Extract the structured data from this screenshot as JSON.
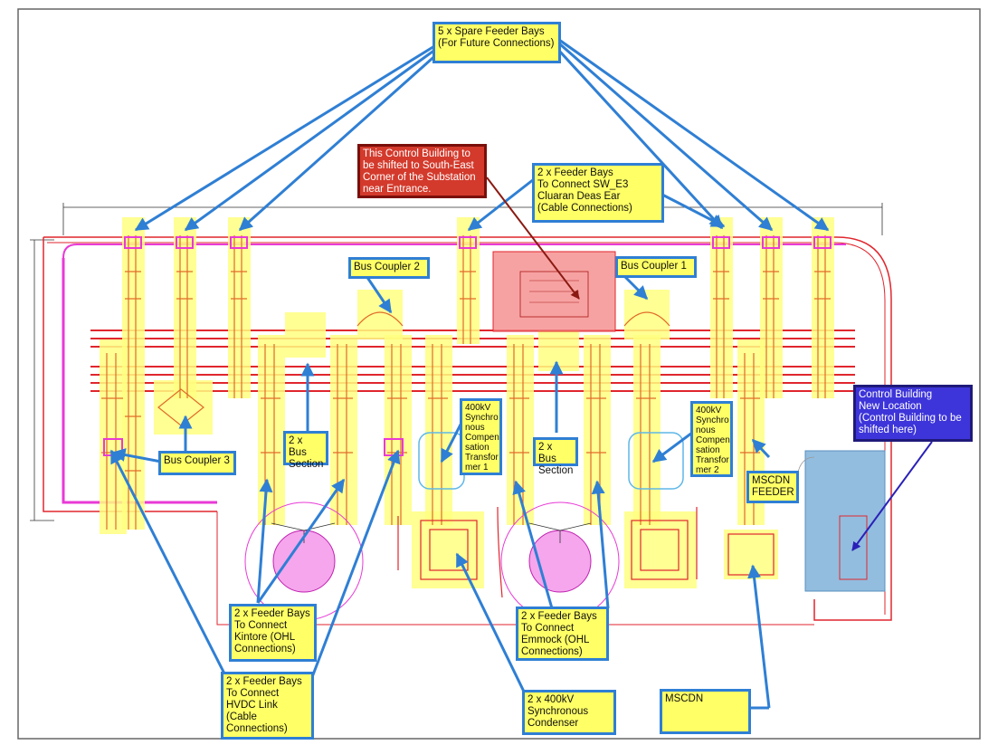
{
  "colors": {
    "arrow": "#2f7fd4",
    "callout_fill": "#ffff66",
    "red_callout": "#d33a2c",
    "blue_callout": "#3d35d9",
    "highlight": "#ffff80",
    "bus_red": "#e0262e",
    "magenta": "#e83ad6",
    "control_building_pink": "#f58b8b",
    "new_location_blue": "#7fb1d9"
  },
  "callouts": {
    "spare_bays": "5 x Spare Feeder Bays\n(For Future Connections)",
    "control_shift": "This Control Building to\nbe shifted to South-East\nCorner of the Substation\nnear Entrance.",
    "sw_e3": "2 x Feeder Bays\nTo Connect SW_E3\nCluaran Deas Ear\n(Cable Connections)",
    "bus_coupler_2": "Bus Coupler 2",
    "bus_coupler_1": "Bus Coupler 1",
    "bus_coupler_3": "Bus Coupler 3",
    "bus_section_left": "2 x Bus\nSection",
    "bus_section_right": "2 x Bus\nSection",
    "sct1": "400kV\nSynchro\nnous\nCompen\nsation\nTransfor\nmer 1",
    "sct2": "400kV\nSynchro\nnous\nCompen\nsation\nTransfor\nmer 2",
    "mscdn_feeder": "MSCDN\nFEEDER",
    "new_location": "Control Building\nNew Location\n(Control Building to be\nshifted here)",
    "kintore": "2 x Feeder Bays\nTo Connect\nKintore (OHL\nConnections)",
    "emmock": "2 x Feeder Bays\nTo Connect\nEmmock (OHL\nConnections)",
    "hvdc": "2 x Feeder Bays\nTo Connect\nHVDC Link\n(Cable\nConnections)",
    "condenser": "2 x 400kV\nSynchronous\nCondenser",
    "mscdn": "MSCDN"
  }
}
